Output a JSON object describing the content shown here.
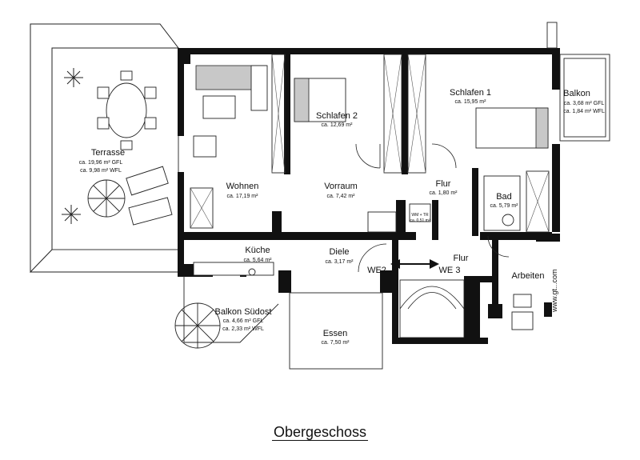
{
  "title": "Obergeschoss",
  "watermark": "www.gt...com",
  "rooms": [
    {
      "id": "terrasse",
      "name": "Terrasse",
      "areas": [
        "ca. 19,96 m² GFL",
        "ca. 9,98 m² WFL"
      ]
    },
    {
      "id": "wohnen",
      "name": "Wohnen",
      "areas": [
        "ca. 17,19 m²"
      ]
    },
    {
      "id": "schlafen2",
      "name": "Schlafen 2",
      "areas": [
        "ca. 12,69 m²"
      ]
    },
    {
      "id": "schlafen1",
      "name": "Schlafen 1",
      "areas": [
        "ca. 15,95 m²"
      ]
    },
    {
      "id": "balkon",
      "name": "Balkon",
      "areas": [
        "ca. 3,68 m² GFL",
        "ca. 1,84 m² WFL"
      ]
    },
    {
      "id": "vorraum",
      "name": "Vorraum",
      "areas": [
        "ca. 7,42 m²"
      ]
    },
    {
      "id": "flur1",
      "name": "Flur",
      "areas": [
        "ca. 1,80 m²"
      ]
    },
    {
      "id": "bad",
      "name": "Bad",
      "areas": [
        "ca. 5,79 m²"
      ]
    },
    {
      "id": "wmtr",
      "name": "WM + TR",
      "areas": [
        "ca. 0,51 m²"
      ]
    },
    {
      "id": "kueche",
      "name": "Küche",
      "areas": [
        "ca. 5,64 m²"
      ]
    },
    {
      "id": "diele",
      "name": "Diele",
      "areas": [
        "ca. 3,17 m²"
      ]
    },
    {
      "id": "flur2",
      "name": "Flur",
      "areas": []
    },
    {
      "id": "arbeiten",
      "name": "Arbeiten",
      "areas": []
    },
    {
      "id": "balkonsuedost",
      "name": "Balkon Südost",
      "areas": [
        "ca. 4,66 m² GFL",
        "ca. 2,33 m² WFL"
      ]
    },
    {
      "id": "essen",
      "name": "Essen",
      "areas": [
        "ca. 7,50 m²"
      ]
    }
  ],
  "units": [
    "WE2",
    "WE 3"
  ]
}
